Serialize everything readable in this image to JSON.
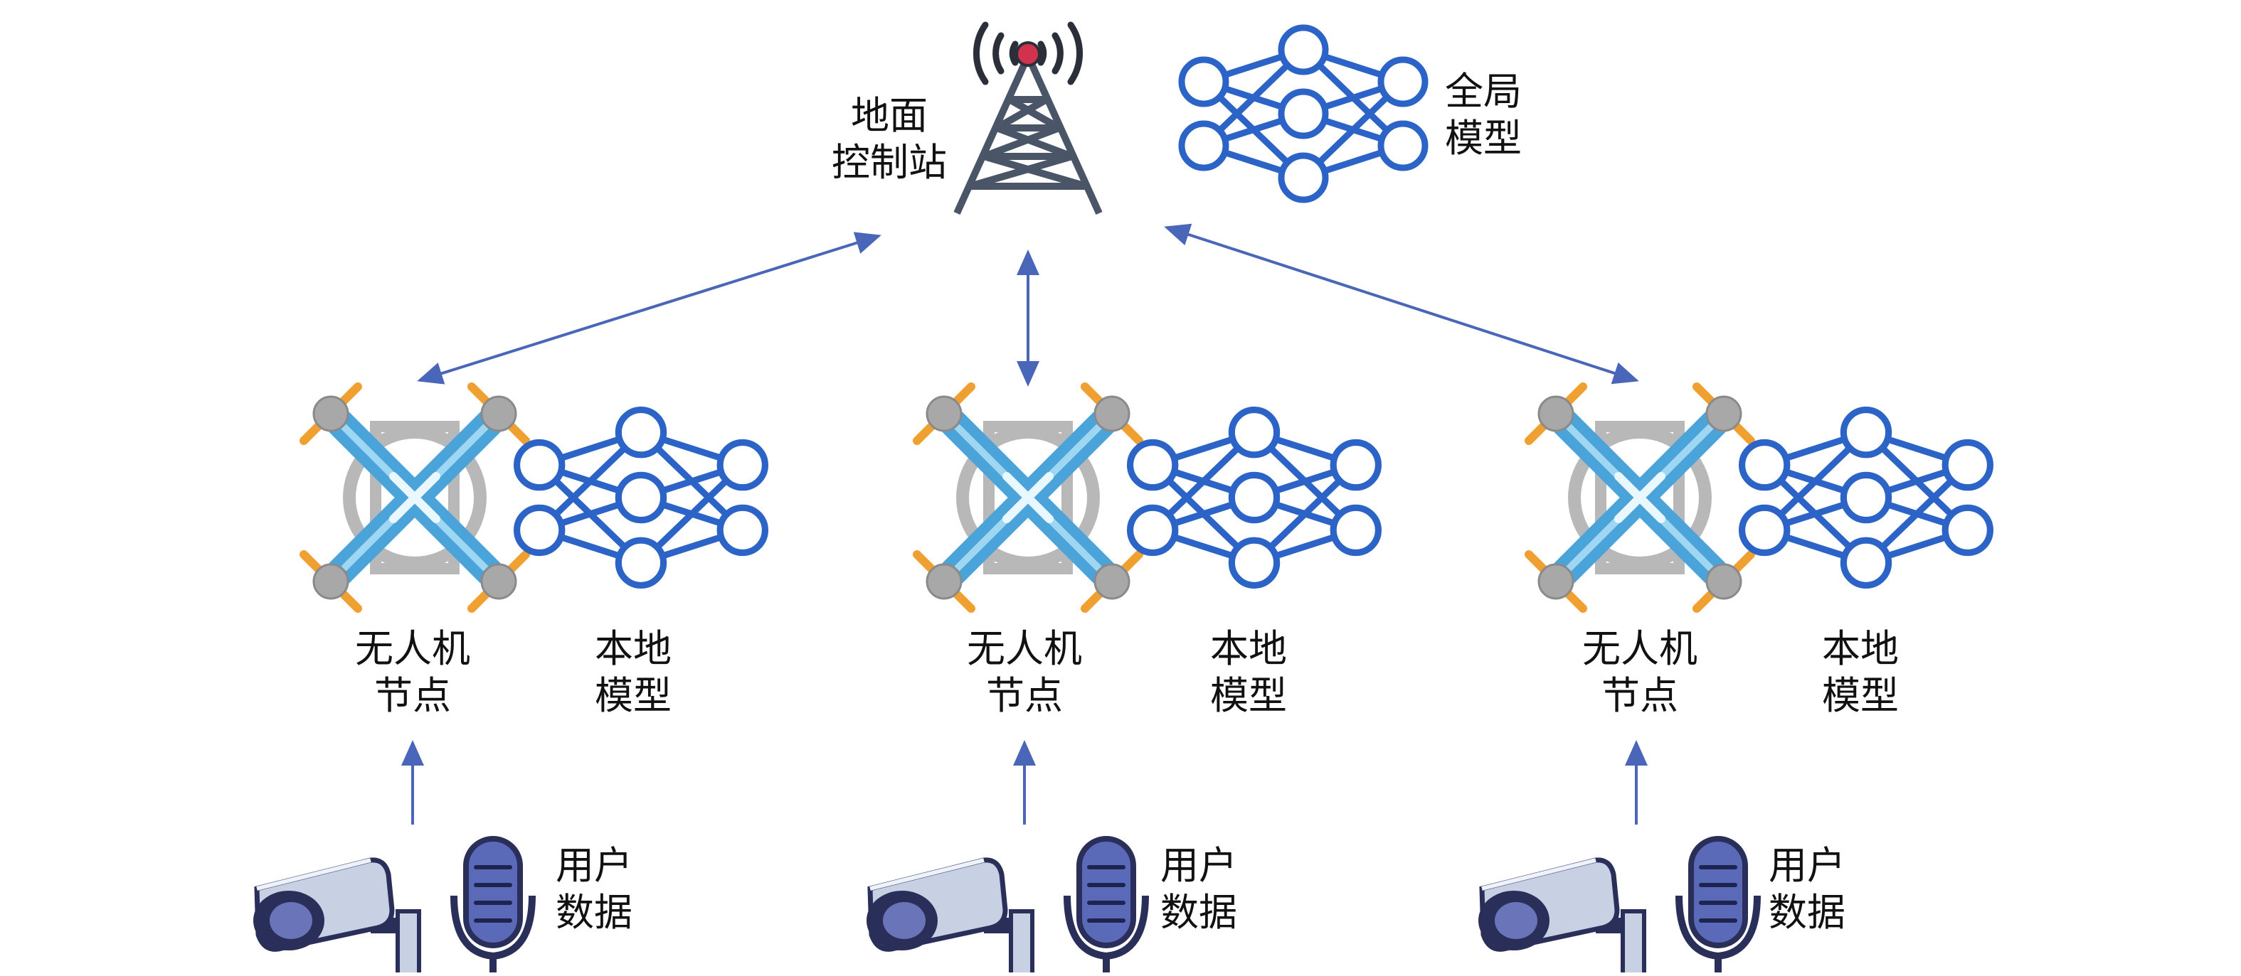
{
  "colors": {
    "arrow": "#4a66b8",
    "network": "#2c63c7",
    "tower": "#4a5568",
    "tower_light": "#d1334d",
    "drone_arm": "#4aa3d9",
    "drone_frame": "#b8b8b8",
    "drone_prop": "#f0a030",
    "camera_body": "#c8d0e4",
    "camera_dark": "#2a2f5a",
    "mic_body": "#5a6ab8"
  },
  "ground_station": {
    "icon": "radio-tower-icon",
    "label_line1": "地面",
    "label_line2": "控制站"
  },
  "global_model": {
    "icon": "neural-network-icon",
    "label_line1": "全局",
    "label_line2": "模型"
  },
  "clusters": [
    {
      "uav_label_line1": "无人机",
      "uav_label_line2": "节点",
      "model_label_line1": "本地",
      "model_label_line2": "模型",
      "data_label_line1": "用户",
      "data_label_line2": "数据"
    },
    {
      "uav_label_line1": "无人机",
      "uav_label_line2": "节点",
      "model_label_line1": "本地",
      "model_label_line2": "模型",
      "data_label_line1": "用户",
      "data_label_line2": "数据"
    },
    {
      "uav_label_line1": "无人机",
      "uav_label_line2": "节点",
      "model_label_line1": "本地",
      "model_label_line2": "模型",
      "data_label_line1": "用户",
      "data_label_line2": "数据"
    }
  ],
  "icons": {
    "uav": "drone-icon",
    "local_model": "neural-network-icon",
    "camera": "security-camera-icon",
    "microphone": "microphone-icon"
  }
}
